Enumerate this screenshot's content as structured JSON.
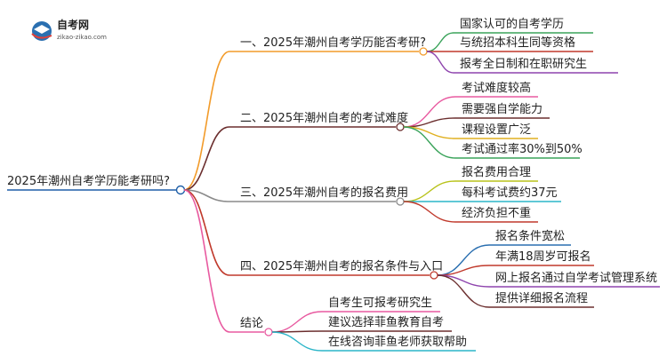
{
  "logo": {
    "title": "自考网",
    "url": "zikao-zikao.com",
    "color": "#2a6fb0"
  },
  "root": {
    "label": "2025年潮州自考学历能考研吗?",
    "color": "#1f5fa8"
  },
  "branches": [
    {
      "label": "一、2025年潮州自考学历能否考研?",
      "color": "#f29b2a",
      "children": [
        {
          "label": "国家认可的自考学历",
          "color": "#3aa35a"
        },
        {
          "label": "与统招本科生同等资格",
          "color": "#c0392b"
        },
        {
          "label": "报考全日制和在职研究生",
          "color": "#8e44ad"
        }
      ]
    },
    {
      "label": "二、2025年潮州自考的考试难度",
      "color": "#6b2e2e",
      "children": [
        {
          "label": "考试难度较高",
          "color": "#e85aa0"
        },
        {
          "label": "需要强自学能力",
          "color": "#6b2e2e"
        },
        {
          "label": "课程设置广泛",
          "color": "#e0b020"
        },
        {
          "label": "考试通过率30%到50%",
          "color": "#3aa35a"
        }
      ]
    },
    {
      "label": "三、2025年潮州自考的报名费用",
      "color": "#8a8a8a",
      "children": [
        {
          "label": "报名费用合理",
          "color": "#b8c21a"
        },
        {
          "label": "每科考试费约37元",
          "color": "#2bb5c8"
        },
        {
          "label": "经济负担不重",
          "color": "#c0392b"
        }
      ]
    },
    {
      "label": "四、2025年潮州自考的报名条件与入口",
      "color": "#c0392b",
      "children": [
        {
          "label": "报名条件宽松",
          "color": "#2a6fb0"
        },
        {
          "label": "年满18周岁可报名",
          "color": "#c0392b"
        },
        {
          "label": "网上报名通过自学考试管理系统",
          "color": "#8e44ad"
        },
        {
          "label": "提供详细报名流程",
          "color": "#6b2e2e"
        }
      ]
    },
    {
      "label": "结论",
      "color": "#e85aa0",
      "children": [
        {
          "label": "自考生可报考研究生",
          "color": "#e85aa0"
        },
        {
          "label": "建议选择菲鱼教育自考",
          "color": "#6b2e2e"
        },
        {
          "label": "在线咨询菲鱼老师获取帮助",
          "color": "#2bb5c8"
        }
      ]
    }
  ]
}
